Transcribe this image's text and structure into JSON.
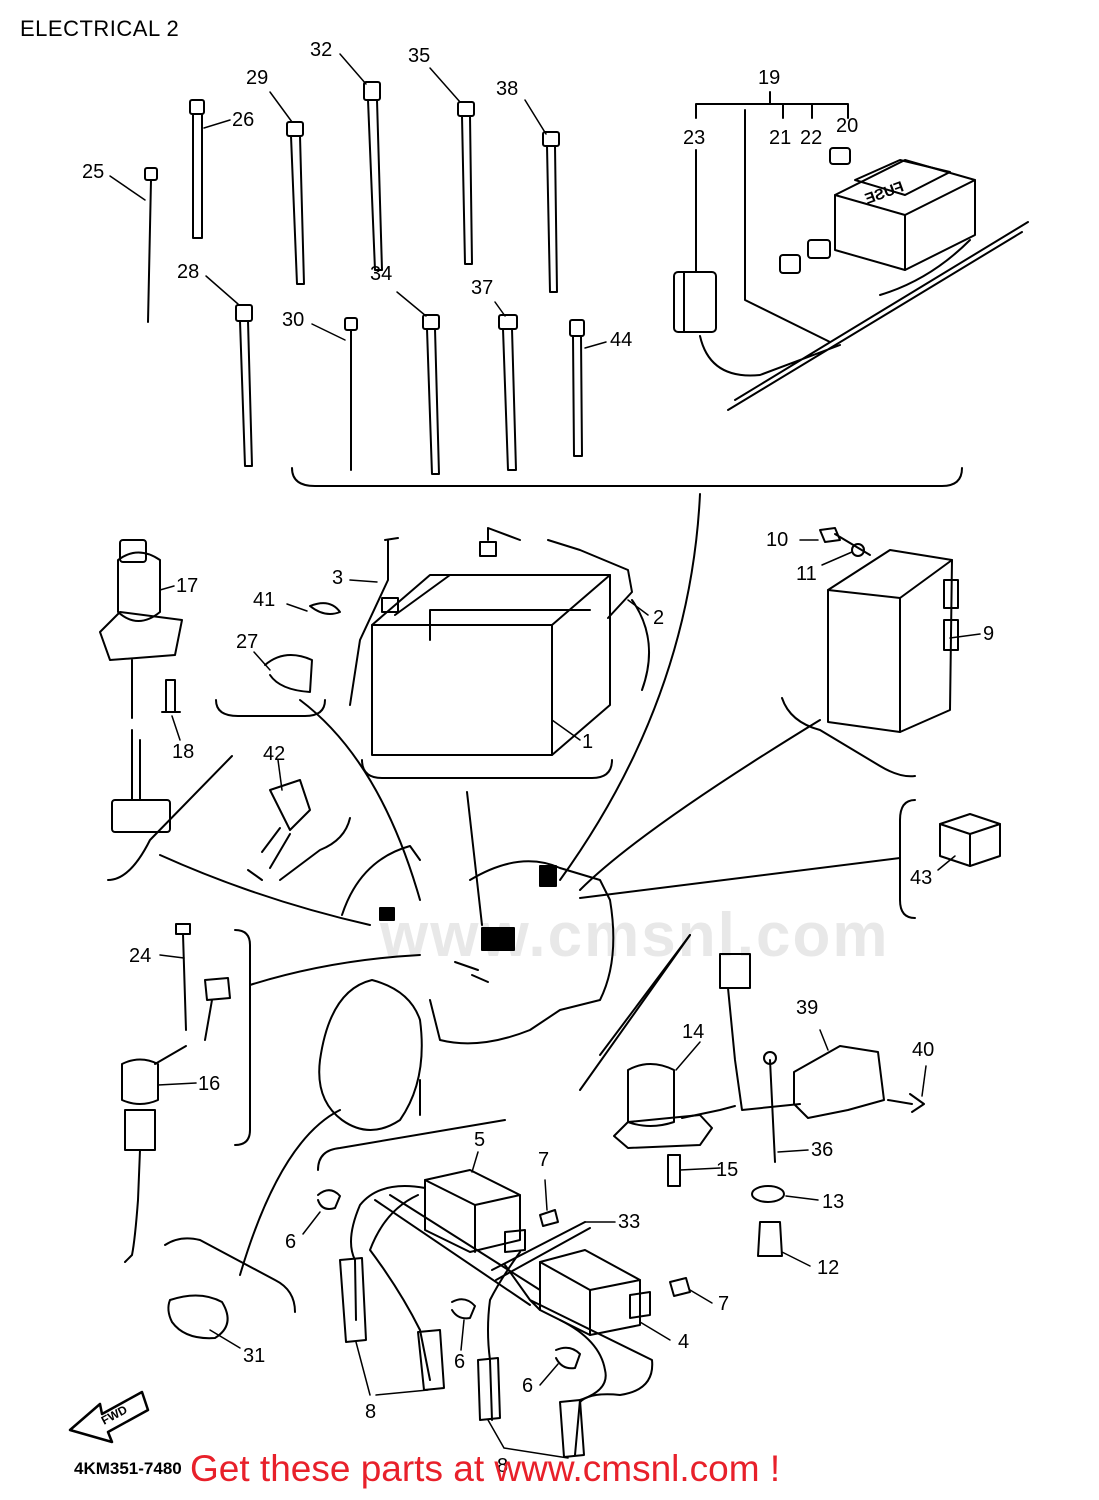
{
  "title": "ELECTRICAL 2",
  "diagram_code": "4KM351-7480",
  "promo": "Get these parts at www.cmsnl.com !",
  "watermark": "www.cmsnl.com",
  "fuse_label": "FUSE",
  "fwd_label": "FWD",
  "callouts": [
    {
      "id": "c1",
      "text": "1"
    },
    {
      "id": "c2",
      "text": "2"
    },
    {
      "id": "c3",
      "text": "3"
    },
    {
      "id": "c4",
      "text": "4"
    },
    {
      "id": "c5",
      "text": "5"
    },
    {
      "id": "c6a",
      "text": "6"
    },
    {
      "id": "c6b",
      "text": "6"
    },
    {
      "id": "c6c",
      "text": "6"
    },
    {
      "id": "c7a",
      "text": "7"
    },
    {
      "id": "c7b",
      "text": "7"
    },
    {
      "id": "c8a",
      "text": "8"
    },
    {
      "id": "c8b",
      "text": "8"
    },
    {
      "id": "c9",
      "text": "9"
    },
    {
      "id": "c10",
      "text": "10"
    },
    {
      "id": "c11",
      "text": "11"
    },
    {
      "id": "c12",
      "text": "12"
    },
    {
      "id": "c13",
      "text": "13"
    },
    {
      "id": "c14",
      "text": "14"
    },
    {
      "id": "c15",
      "text": "15"
    },
    {
      "id": "c16",
      "text": "16"
    },
    {
      "id": "c17",
      "text": "17"
    },
    {
      "id": "c18",
      "text": "18"
    },
    {
      "id": "c19",
      "text": "19"
    },
    {
      "id": "c20",
      "text": "20"
    },
    {
      "id": "c21",
      "text": "21"
    },
    {
      "id": "c22",
      "text": "22"
    },
    {
      "id": "c23",
      "text": "23"
    },
    {
      "id": "c24",
      "text": "24"
    },
    {
      "id": "c25",
      "text": "25"
    },
    {
      "id": "c26",
      "text": "26"
    },
    {
      "id": "c27",
      "text": "27"
    },
    {
      "id": "c28",
      "text": "28"
    },
    {
      "id": "c29",
      "text": "29"
    },
    {
      "id": "c30",
      "text": "30"
    },
    {
      "id": "c31",
      "text": "31"
    },
    {
      "id": "c32",
      "text": "32"
    },
    {
      "id": "c33",
      "text": "33"
    },
    {
      "id": "c34",
      "text": "34"
    },
    {
      "id": "c35",
      "text": "35"
    },
    {
      "id": "c36",
      "text": "36"
    },
    {
      "id": "c37",
      "text": "37"
    },
    {
      "id": "c38",
      "text": "38"
    },
    {
      "id": "c39",
      "text": "39"
    },
    {
      "id": "c40",
      "text": "40"
    },
    {
      "id": "c41",
      "text": "41"
    },
    {
      "id": "c42",
      "text": "42"
    },
    {
      "id": "c43",
      "text": "43"
    },
    {
      "id": "c44",
      "text": "44"
    }
  ]
}
